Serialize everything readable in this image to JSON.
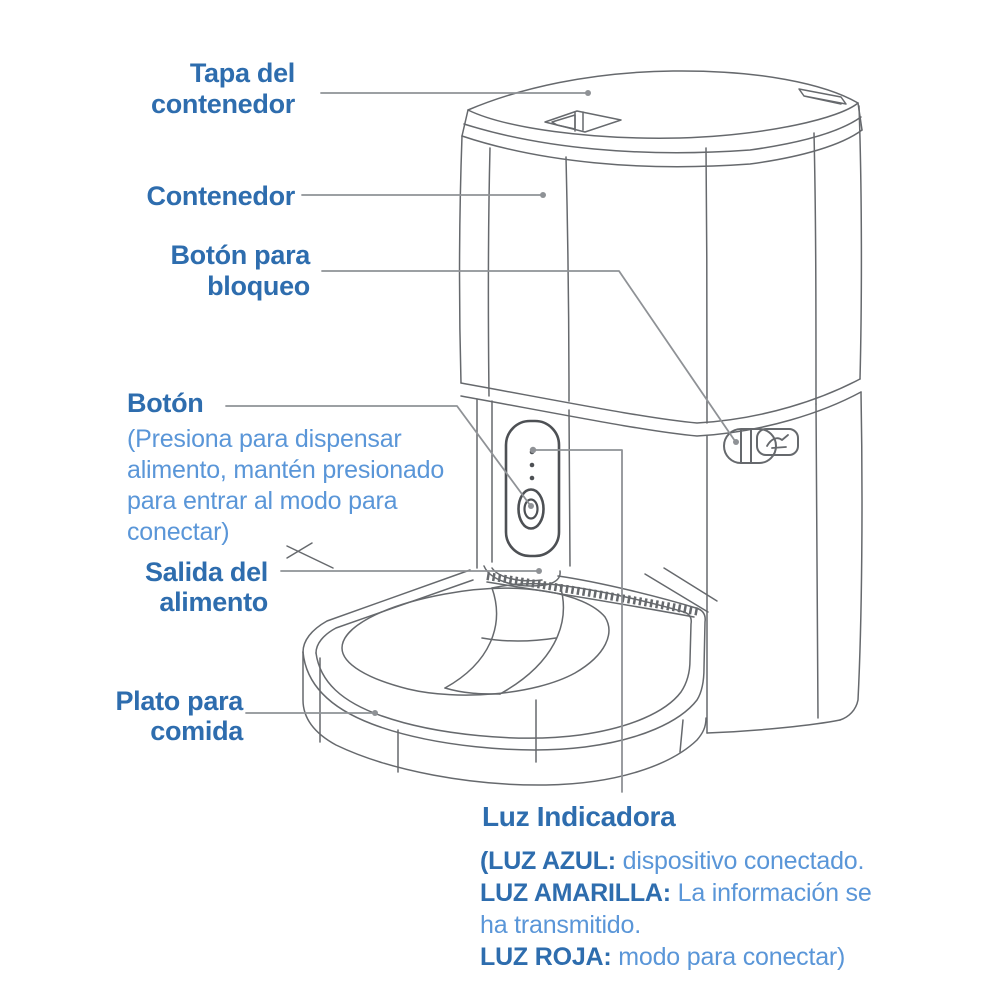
{
  "colors": {
    "heading": "#2e6dae",
    "note": "#5a96d8",
    "art": "#66696d",
    "art_dark": "#4d5054",
    "leader": "#8f9296",
    "bg": "#ffffff"
  },
  "labels": {
    "lid": {
      "line1": "Tapa del",
      "line2": "contenedor"
    },
    "container": {
      "text": "Contenedor"
    },
    "lock_button": {
      "line1": "Botón para",
      "line2": "bloqueo"
    },
    "dispense_button": {
      "title": "Botón",
      "note_lines": [
        "(Presiona para dispensar",
        "alimento, mantén presionado",
        "para entrar al modo para",
        "conectar)"
      ]
    },
    "food_outlet": {
      "line1": "Salida del",
      "line2": "alimento"
    },
    "food_bowl": {
      "line1": "Plato para",
      "line2": "comida"
    },
    "indicator_light": {
      "title": "Luz Indicadora",
      "notes": [
        {
          "prefix": "(LUZ AZUL:",
          "text": " dispositivo conectado."
        },
        {
          "prefix": "LUZ AMARILLA:",
          "text": " La información se"
        },
        {
          "prefix": "",
          "text": "ha transmitido."
        },
        {
          "prefix": "LUZ ROJA:",
          "text": " modo para conectar)"
        }
      ]
    }
  }
}
